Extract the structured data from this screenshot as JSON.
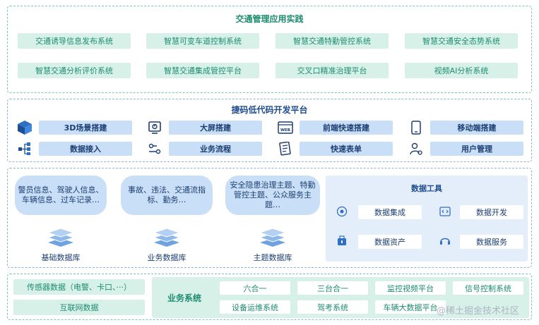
{
  "app_section": {
    "title": "交通管理应用实践",
    "items": [
      "交通诱导信息发布系统",
      "智慧可变车道控制系统",
      "智慧交通特勤管控系统",
      "智慧交通安全态势系统",
      "智慧交通分析评价系统",
      "智慧交通集成管控平台",
      "交叉口精准治理平台",
      "视频AI分析系统"
    ]
  },
  "lowcode_section": {
    "title": "捷码低代码开发平台",
    "items": [
      {
        "label": "3D场景搭建",
        "icon": "cube-icon"
      },
      {
        "label": "大屏搭建",
        "icon": "dashboard-icon"
      },
      {
        "label": "前端快速搭建",
        "icon": "web-icon"
      },
      {
        "label": "移动端搭建",
        "icon": "mobile-icon"
      },
      {
        "label": "数据接入",
        "icon": "data-tree-icon"
      },
      {
        "label": "业务流程",
        "icon": "flow-icon"
      },
      {
        "label": "快速表单",
        "icon": "form-icon"
      },
      {
        "label": "用户管理",
        "icon": "user-gear-icon"
      }
    ]
  },
  "data_section": {
    "databases": [
      {
        "content": "警员信息、驾驶人信息、车辆信息、过车记录…",
        "label": "基础数据库"
      },
      {
        "content": "事故、违法、交通流指标、勤务…",
        "label": "业务数据库"
      },
      {
        "content": "安全隐患治理主题、特勤管控主题、公众服务主题…",
        "label": "主题数据库"
      }
    ],
    "tools": {
      "title": "数据工具",
      "items": [
        {
          "label": "数据集成",
          "icon": "integration-icon"
        },
        {
          "label": "数据开发",
          "icon": "code-icon"
        },
        {
          "label": "数据资产",
          "icon": "asset-icon"
        },
        {
          "label": "数据服务",
          "icon": "service-icon"
        }
      ]
    }
  },
  "bottom_section": {
    "left": [
      "传感器数据（电警、卡口、···）",
      "互联网数据"
    ],
    "business_label": "业务系统",
    "systems": [
      "六合一",
      "三台合一",
      "监控视频平台",
      "信号控制系统",
      "设备运维系统",
      "驾考系统",
      "车辆大数据平台"
    ]
  },
  "watermark": "@稀土掘金技术社区",
  "colors": {
    "green": "#1d8c6e",
    "green_bg": "#d7f1e8",
    "blue": "#1f4d8f",
    "blue_bg": "#c9dff7",
    "panel_bg": "#e4eefa"
  }
}
